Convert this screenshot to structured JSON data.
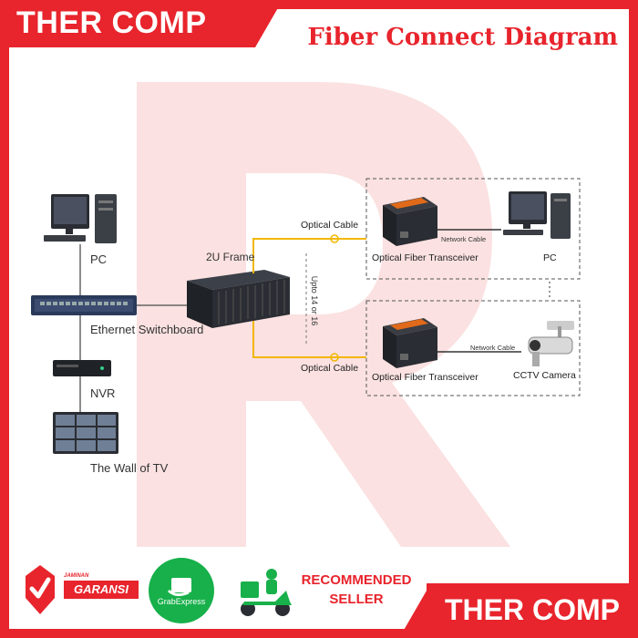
{
  "header": {
    "brand": "THER COMP",
    "title": "Fiber Connect Diagram"
  },
  "diagram": {
    "left_devices": {
      "pc": "PC",
      "switch": "Ethernet Switchboard",
      "nvr": "NVR",
      "tv_wall": "The Wall of TV"
    },
    "center": {
      "frame": "2U Frame",
      "rack_note": "Upto 14 or 16",
      "optical_top": "Optical Cable",
      "optical_bottom": "Optical Cable"
    },
    "right_top": {
      "transceiver": "Optical Fiber Transceiver",
      "network_cable": "Network Cable",
      "pc": "PC"
    },
    "right_bottom": {
      "transceiver": "Optical Fiber Transceiver",
      "network_cable": "Network Cable",
      "camera": "CCTV Camera"
    }
  },
  "footer": {
    "garansi_top": "JAMINAN",
    "garansi": "GARANSI",
    "grab": "GrabExpress",
    "recommended_line1": "RECOMMENDED",
    "recommended_line2": "SELLER",
    "brand": "THER COMP"
  },
  "colors": {
    "brand_red": "#e8242c",
    "fiber_yellow": "#f2b705",
    "grab_green": "#17b04a",
    "device_dark": "#2a2d33"
  }
}
